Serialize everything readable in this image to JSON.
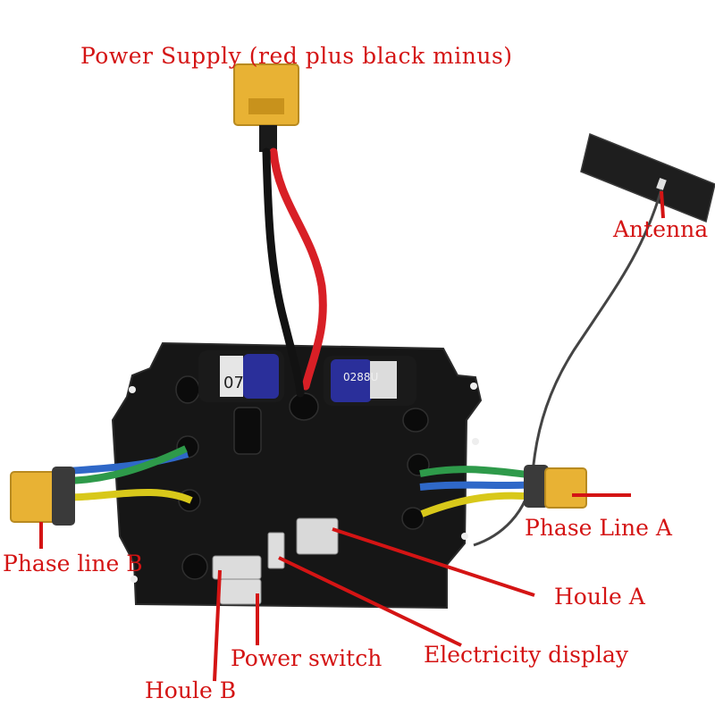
{
  "labels": {
    "power_supply": "Power Supply (red plus black minus)",
    "antenna": "Antenna",
    "phase_line_a": "Phase Line A",
    "phase_line_b": "Phase line B",
    "houle_a": "Houle A",
    "electricity_display": "Electricity display",
    "power_switch": "Power switch",
    "houle_b": "Houle B"
  },
  "component_text": {
    "capacitor_left": "07",
    "capacitor_right": "0288U"
  },
  "colors": {
    "label": "#d41414",
    "board": "#161616",
    "connector": "#e8b234",
    "wire_red": "#d81f26",
    "wire_black": "#121212",
    "wire_blue": "#2f68c8",
    "wire_green": "#2e9a4a",
    "wire_yellow": "#d8c81a",
    "capacitor": "#2a2f9a"
  }
}
